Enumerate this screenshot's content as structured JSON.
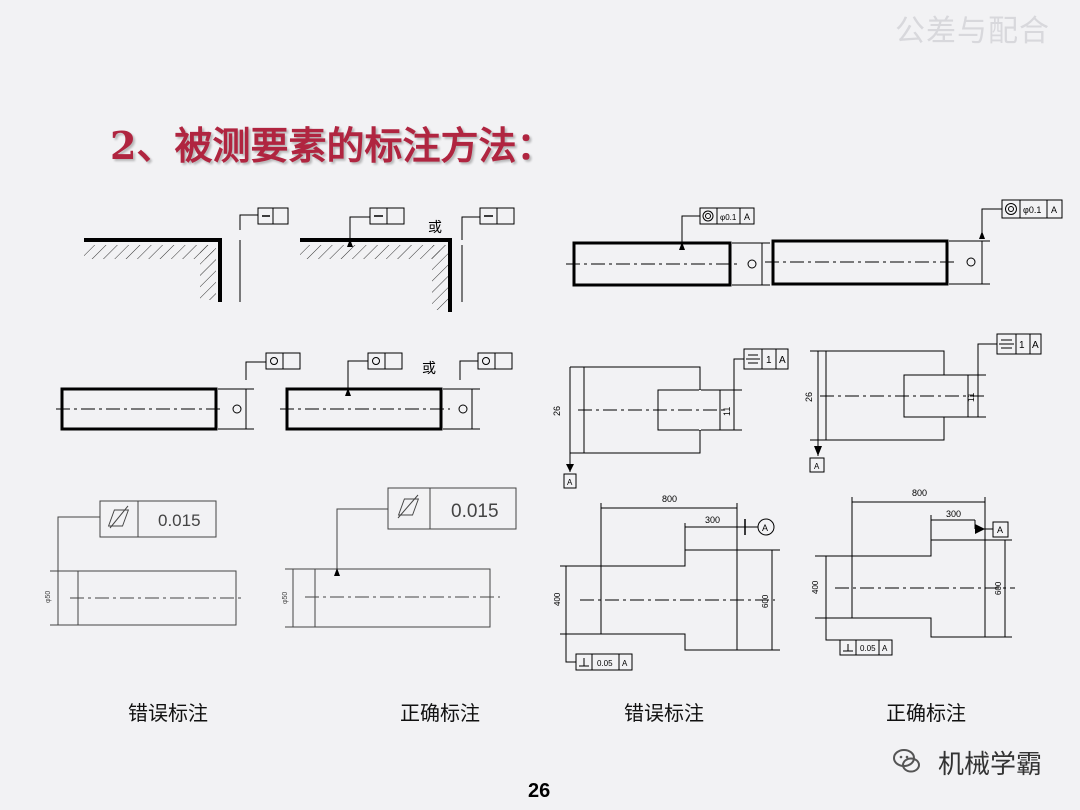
{
  "header": {
    "corner_title": "公差与配合"
  },
  "slide": {
    "title": "2、被测要素的标注方法：",
    "page_number": "26",
    "watermark": "机械学霸"
  },
  "labels": {
    "or": "或"
  },
  "captions": [
    "错误标注",
    "正确标注",
    "错误标注",
    "正确标注"
  ],
  "callouts": {
    "coaxiality": "φ0.1",
    "coaxiality_right": "φ0.1",
    "datum": "A",
    "cylindricity_value": "0.015",
    "perpendicularity_value": "0.05",
    "symmetry_value": "1"
  },
  "dims": {
    "height_26": "26",
    "height_11": "11",
    "len_800": "800",
    "len_300": "300",
    "dia_400": "400",
    "dia_600": "600",
    "dia_phi50": "φ50"
  },
  "colors": {
    "title": "#b02540",
    "background": "#f2f2f4",
    "line": "#000000"
  }
}
